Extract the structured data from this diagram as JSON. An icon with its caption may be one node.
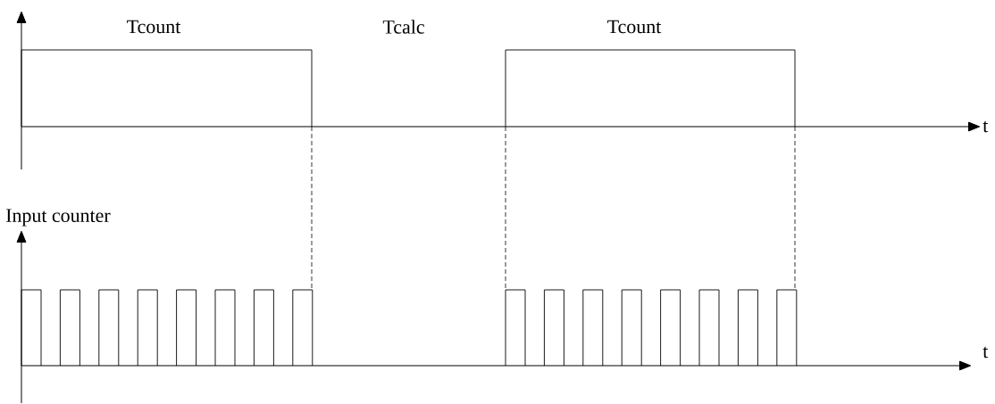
{
  "diagram": {
    "labels": [
      "Tcount",
      "Tcalc",
      "Tcount",
      "t",
      "Input counter",
      "t"
    ]
  }
}
